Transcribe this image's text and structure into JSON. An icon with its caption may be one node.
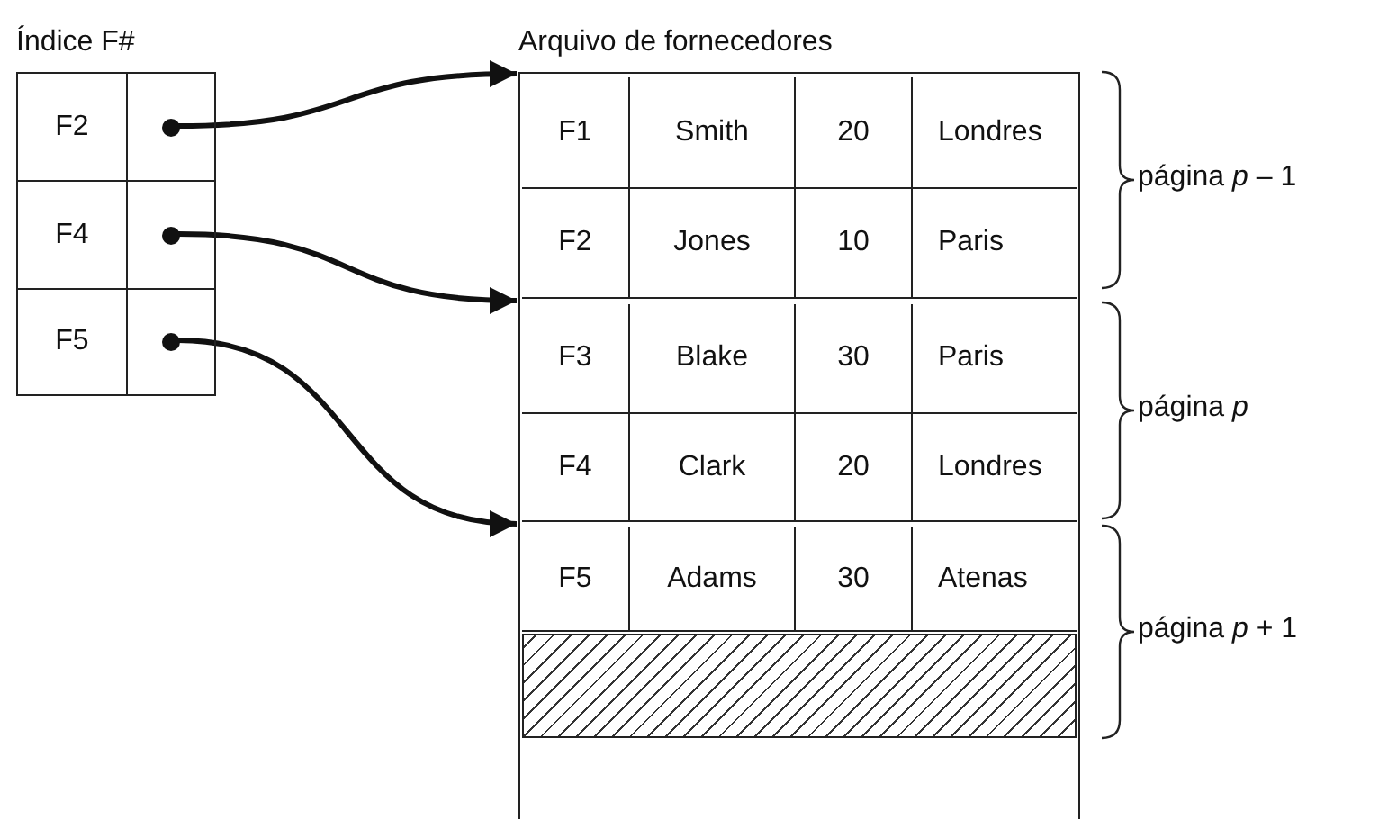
{
  "diagram": {
    "nodes": [
      {
        "text": [
          "Índice F#"
        ]
      },
      {
        "text": [
          "F2"
        ],
        "in": 0
      },
      {
        "text": [],
        "shape": "circle",
        "in": 1
      },
      {
        "text": [
          "F4"
        ],
        "in": 0
      },
      {
        "text": [],
        "shape": "circle",
        "in": 3
      },
      {
        "text": [
          "F5"
        ],
        "in": 0
      },
      {
        "text": [],
        "shape": "circle",
        "in": 5
      },
      {
        "text": [
          "Arquivo de fornecedores"
        ]
      },
      {
        "text": [],
        "shape": "box",
        "in": 7,
        "beside": [
          "página *p* – 1"
        ]
      },
      {
        "text": [
          "F1",
          "Smith",
          "20",
          "Londres"
        ],
        "in": 8
      },
      {
        "text": [
          "F2",
          "Jones",
          "10",
          "Paris"
        ],
        "in": 8
      },
      {
        "text": [],
        "shape": "box",
        "in": 7,
        "beside": [
          "página *p*"
        ]
      },
      {
        "text": [
          "F3",
          "Blake",
          "30",
          "Paris"
        ],
        "in": 11
      },
      {
        "text": [
          "F4",
          "Clark",
          "20",
          "Londres"
        ],
        "in": 11
      },
      {
        "text": [],
        "shape": "box",
        "in": 7,
        "beside": [
          "página *p* + 1"
        ]
      },
      {
        "text": [
          "F5",
          "Adams",
          "30",
          "Atenas"
        ],
        "in": 14
      },
      {
        "text": [],
        "shape": "box",
        "in": 14
      }
    ],
    "edges": [
      {
        "from": 2,
        "to": 8,
        "arrow": "to"
      },
      {
        "from": 4,
        "to": 11,
        "arrow": "to"
      },
      {
        "from": 6,
        "to": 14,
        "arrow": "to"
      }
    ]
  }
}
